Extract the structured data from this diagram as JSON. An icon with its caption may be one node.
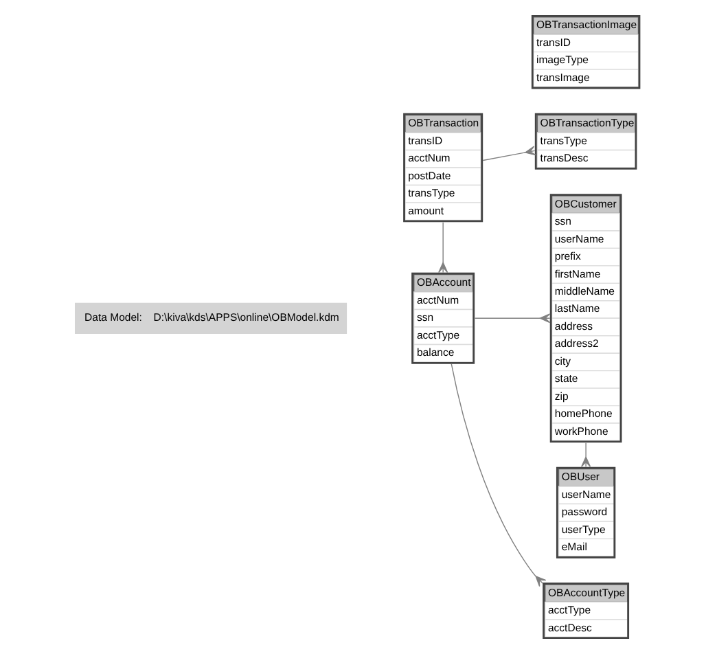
{
  "diagram": {
    "nodes": [
      {
        "text": [
          "OBAccount",
          "acctNum",
          "ssn",
          "acctType",
          "balance"
        ]
      },
      {
        "text": [
          "OBCustomer",
          "ssn",
          "userName",
          "prefix",
          "firstName",
          "middleName",
          "lastName",
          "address",
          "address2",
          "city",
          "state",
          "zip",
          "homePhone",
          "workPhone"
        ]
      },
      {
        "text": [
          "OBAccountType",
          "acctType",
          "acctDesc"
        ]
      },
      {
        "text": [
          "OBTransaction",
          "transID",
          "acctNum",
          "postDate",
          "transType",
          "amount"
        ]
      },
      {
        "text": [
          "OBTransactionImage",
          "transID",
          "imageType",
          "transImage"
        ]
      },
      {
        "text": [
          "OBTransactionType",
          "transType",
          "transDesc"
        ]
      },
      {
        "text": [
          "OBUser",
          "userName",
          "password",
          "userType",
          "eMail"
        ]
      }
    ],
    "edges": [
      {
        "from": 3,
        "to": 0,
        "arrow": "other"
      },
      {
        "from": 0,
        "to": 1,
        "arrow": "other"
      },
      {
        "from": 0,
        "to": 2,
        "arrow": "other"
      },
      {
        "from": 3,
        "to": 5,
        "arrow": "other"
      },
      {
        "from": 1,
        "to": 6,
        "arrow": "other"
      }
    ],
    "labels": [
      "Data Model:",
      "D:\\kiva\\kds\\APPS\\online\\OBModel.kdm"
    ]
  }
}
